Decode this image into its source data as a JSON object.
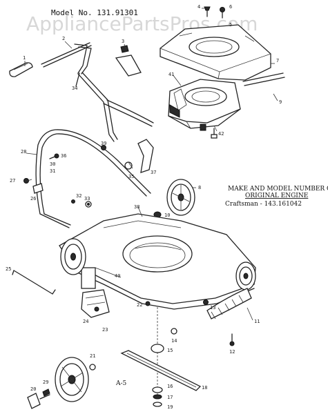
{
  "watermark": "AppliancePartsPros.com",
  "model_number": "Model No. 131.91301",
  "engine_info": {
    "line1": "MAKE AND MODEL NUMBER OF",
    "line2": "ORIGINAL ENGINE",
    "line3": "Craftsman - 143.161042"
  },
  "diagram_code": "A-5",
  "callouts": [
    "1",
    "2",
    "3",
    "4",
    "5",
    "6",
    "7",
    "8",
    "9",
    "10",
    "11",
    "12",
    "13",
    "14",
    "15",
    "16",
    "17",
    "18",
    "19",
    "20",
    "21",
    "22",
    "23",
    "24",
    "25",
    "26",
    "27",
    "28",
    "29",
    "30",
    "31",
    "32",
    "33",
    "34",
    "35",
    "36",
    "37",
    "38",
    "39",
    "40",
    "41",
    "42"
  ]
}
